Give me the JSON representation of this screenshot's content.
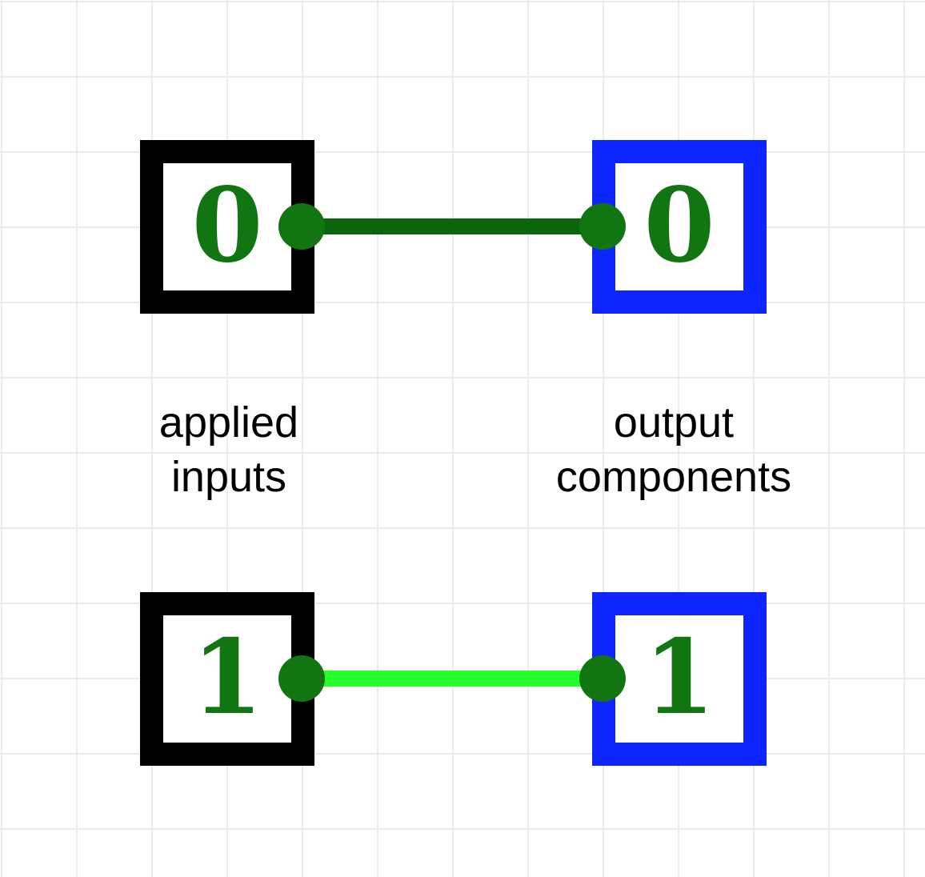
{
  "rows": [
    {
      "input_value": "0",
      "output_value": "0",
      "wire_color": "#0b660b",
      "state": "low"
    },
    {
      "input_value": "1",
      "output_value": "1",
      "wire_color": "#26ff2b",
      "state": "high"
    }
  ],
  "labels": {
    "input_line1": "applied",
    "input_line2": "inputs",
    "output_line1": "output",
    "output_line2": "components"
  },
  "colors": {
    "input_border": "#000000",
    "output_border": "#0d26ff",
    "digit": "#117611",
    "pin": "#117611",
    "grid": "#ececec"
  }
}
